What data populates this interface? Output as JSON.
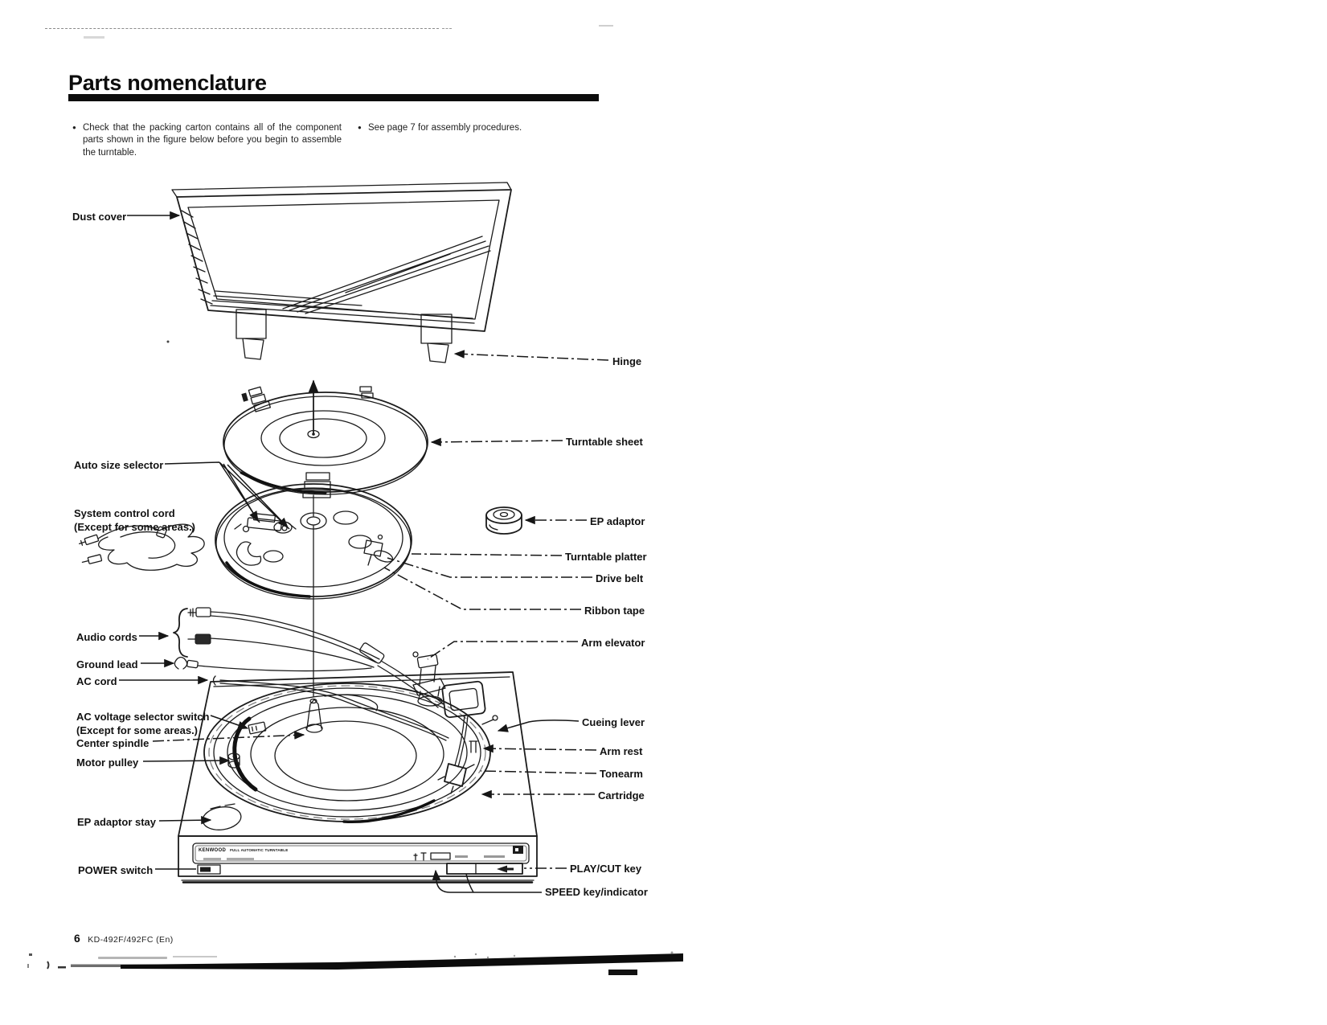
{
  "page": {
    "title": "Parts nomenclature",
    "footer_page": "6",
    "footer_model": "KD-492F/492FC (En)",
    "bullet_glyph": "●"
  },
  "intro": {
    "bullet1": "Check that the packing carton contains all of the component parts shown in the figure below before you begin to assemble the turntable.",
    "bullet2": "See page 7 for assembly procedures."
  },
  "device": {
    "brand": "KENWOOD",
    "brand_sub": "FULL AUTOMATIC TURNTABLE"
  },
  "labels": {
    "dust_cover": "Dust cover",
    "hinge": "Hinge",
    "turntable_sheet": "Turntable sheet",
    "auto_size_selector": "Auto size selector",
    "system_control_cord": "System control cord",
    "system_control_cord_note": "(Except for some areas.)",
    "ep_adaptor": "EP adaptor",
    "turntable_platter": "Turntable platter",
    "drive_belt": "Drive belt",
    "ribbon_tape": "Ribbon tape",
    "audio_cords": "Audio cords",
    "arm_elevator": "Arm elevator",
    "ground_lead": "Ground lead",
    "ac_cord": "AC cord",
    "ac_voltage_selector_switch": "AC voltage selector switch",
    "ac_voltage_selector_switch_note": "(Except for some areas.)",
    "cueing_lever": "Cueing lever",
    "center_spindle": "Center spindle",
    "arm_rest": "Arm rest",
    "motor_pulley": "Motor pulley",
    "tonearm": "Tonearm",
    "cartridge": "Cartridge",
    "ep_adaptor_stay": "EP adaptor stay",
    "power_switch": "POWER switch",
    "play_cut_key": "PLAY/CUT key",
    "speed_key": "SPEED key/indicator"
  }
}
